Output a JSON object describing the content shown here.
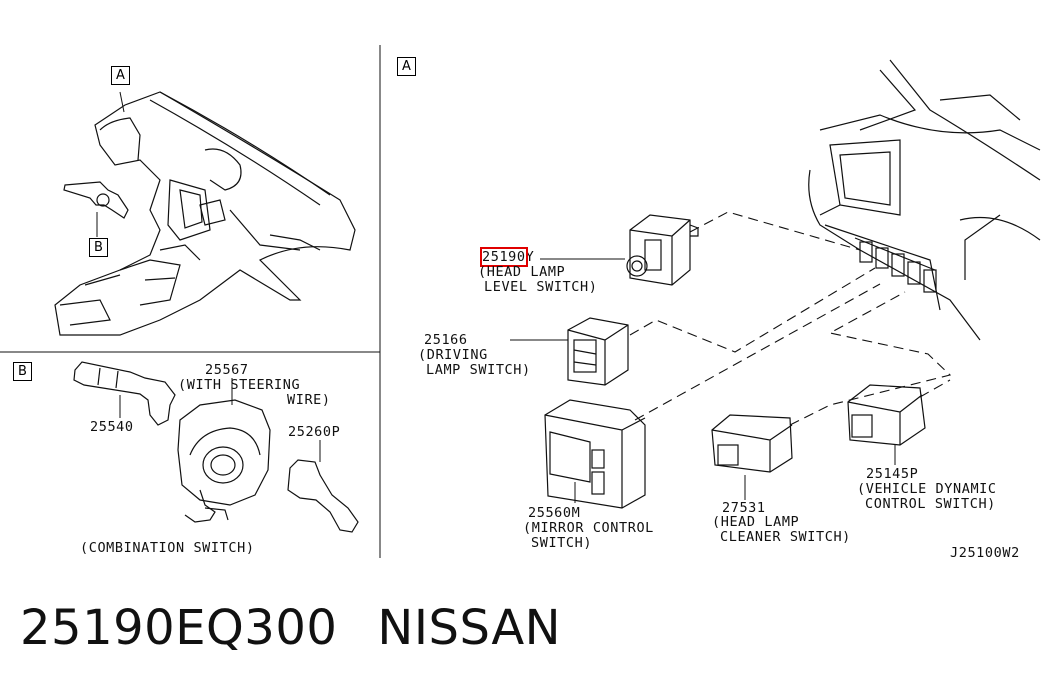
{
  "panels": {
    "top_left_marker": "A",
    "right_marker": "A",
    "bottom_left_marker": "B",
    "overview_b_marker": "B"
  },
  "parts": {
    "headlamp_level": {
      "number": "25190",
      "number_suffix": "Y",
      "desc1": "(HEAD LAMP",
      "desc2": "LEVEL SWITCH)"
    },
    "driving_lamp": {
      "number": "25166",
      "desc1": "(DRIVING",
      "desc2": "LAMP SWITCH)"
    },
    "mirror_control": {
      "number": "25560M",
      "desc1": "(MIRROR CONTROL",
      "desc2": "SWITCH)"
    },
    "headlamp_cleaner": {
      "number": "27531",
      "desc1": "(HEAD LAMP",
      "desc2": "CLEANER SWITCH)"
    },
    "vehicle_dynamic": {
      "number": "25145P",
      "desc1": "(VEHICLE DYNAMIC",
      "desc2": "CONTROL SWITCH)"
    },
    "steering_wire": {
      "number": "25567",
      "desc1": "(WITH STEERING",
      "desc2": "WIRE)"
    },
    "lever_left": {
      "number": "25540"
    },
    "lever_right": {
      "number": "25260P"
    },
    "combination": {
      "desc": "(COMBINATION SWITCH)"
    }
  },
  "diagram_code": "J25100W2",
  "footer": {
    "part_number": "25190EQ300",
    "brand": "NISSAN"
  },
  "colors": {
    "highlight": "#e00000",
    "line": "#000000"
  }
}
